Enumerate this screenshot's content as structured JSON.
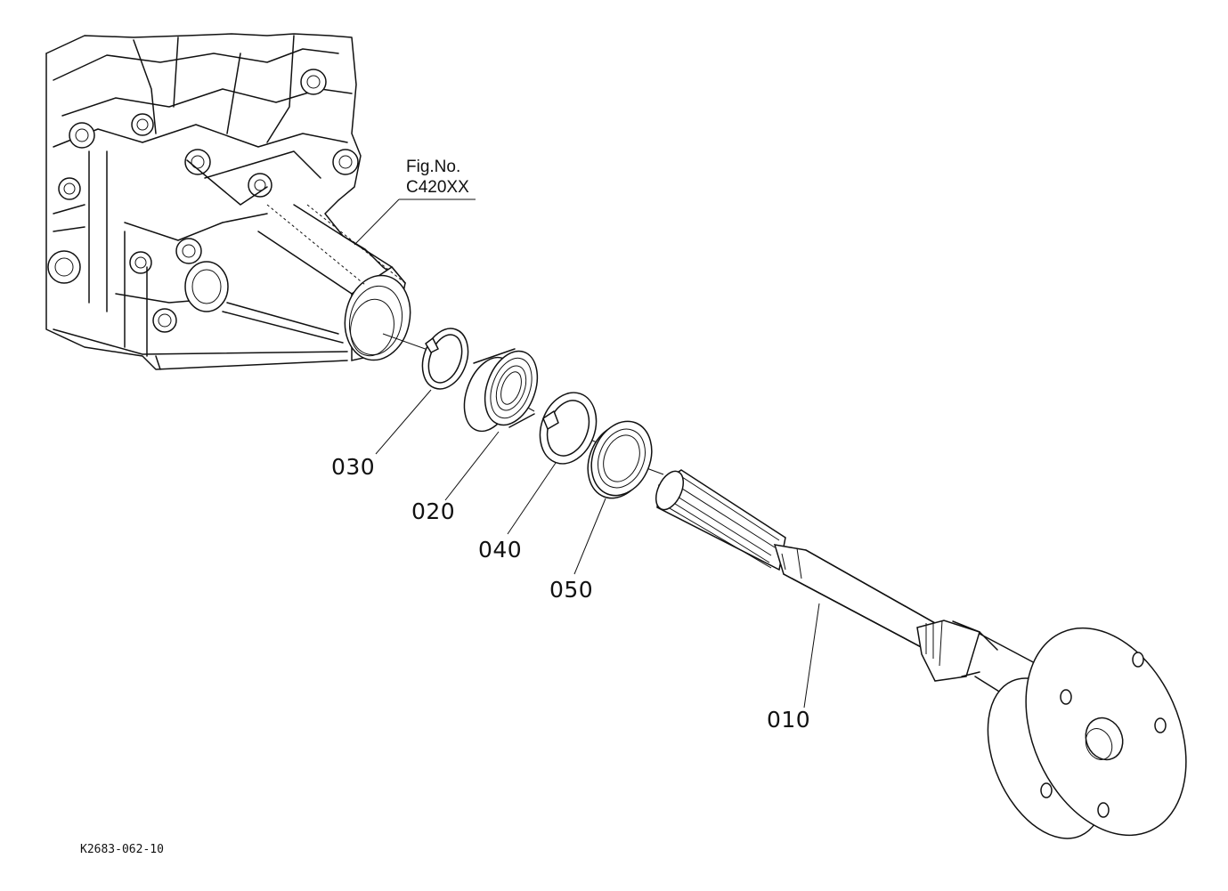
{
  "figure_reference": {
    "line1": "Fig.No.",
    "line2": "C420XX"
  },
  "drawing_code": "K2683-062-10",
  "parts": [
    {
      "id": "part-010",
      "number": "010"
    },
    {
      "id": "part-020",
      "number": "020"
    },
    {
      "id": "part-030",
      "number": "030"
    },
    {
      "id": "part-040",
      "number": "040"
    },
    {
      "id": "part-050",
      "number": "050"
    }
  ]
}
